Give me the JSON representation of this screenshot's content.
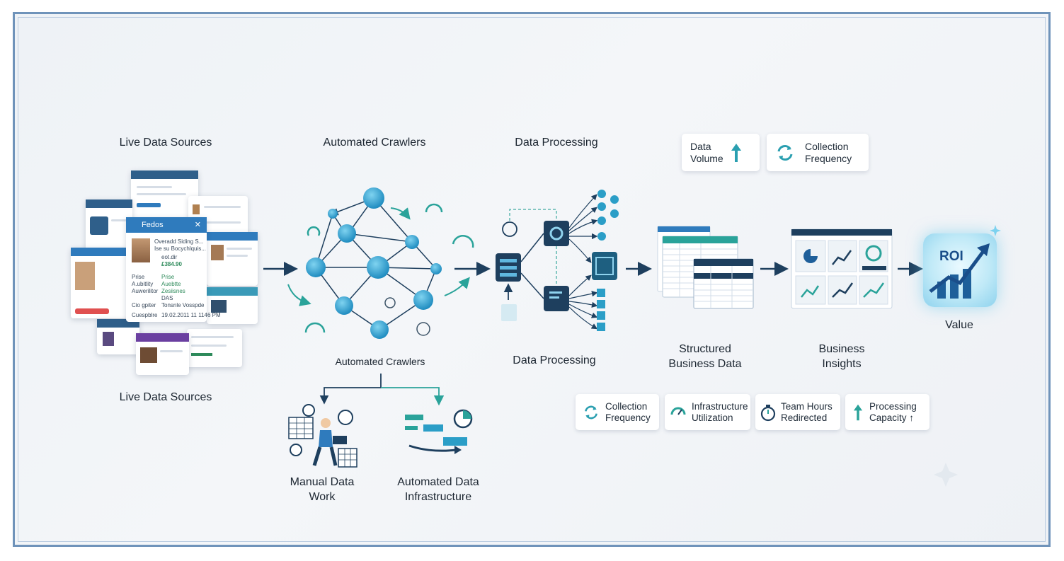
{
  "stages": {
    "live_sources_title": "Live Data Sources",
    "crawlers_title": "Automated Crawlers",
    "processing_title": "Data Processing",
    "live_sources_caption": "Live Data Sources",
    "crawlers_caption": "Automated Crawlers",
    "processing_caption": "Data Processing",
    "structured_caption": "Structured\nBusiness Data",
    "insights_caption": "Business\nInsights",
    "value_caption": "Value",
    "roi_label": "ROI"
  },
  "top_chips": [
    {
      "label": "Data\nVolume",
      "icon": "arrow-up-icon"
    },
    {
      "label": "Collection\nFrequency",
      "icon": "refresh-icon"
    }
  ],
  "bottom_chips": [
    {
      "label": "Collection\nFrequency",
      "icon": "refresh-icon"
    },
    {
      "label": "Infrastructure\nUtilization",
      "icon": "gauge-icon"
    },
    {
      "label": "Team Hours\nRedirected",
      "icon": "stopwatch-icon"
    },
    {
      "label": "Processing\nCapacity ↑",
      "icon": "arrow-up-icon"
    }
  ],
  "branches": {
    "manual": "Manual Data\nWork",
    "automated": "Automated Data\nInfrastructure"
  },
  "source_card": {
    "header": "Fedos",
    "lines": [
      "Overadd Siding S...",
      "Ise su Bocychlquis..."
    ],
    "sub": "eot.dir",
    "price": "£384.90",
    "rows": [
      {
        "k": "Prise",
        "v": "Prise"
      },
      {
        "k": "A.ubitlity",
        "v": "Auebtte"
      },
      {
        "k": "Auwerilitor",
        "v": "Zesiisnes"
      },
      {
        "k": "Cio gpiter",
        "v": "Tonsnle Vosspde"
      },
      {
        "k": "Cuespblre",
        "v": "19.02.2011 11 1146 PM"
      }
    ],
    "extra": "DAS"
  },
  "colors": {
    "accent": "#2b9ec7",
    "navy": "#1e3f5e",
    "teal": "#2aa39a",
    "frame": "#6f93ba"
  }
}
